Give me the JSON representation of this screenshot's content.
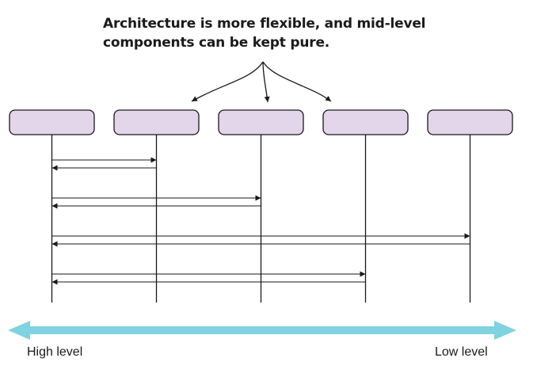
{
  "annotation": {
    "line1": "Architecture is more flexible, and mid-level",
    "line2": "components can be kept pure."
  },
  "axis": {
    "left_label": "High level",
    "right_label": "Low level",
    "color": "#7fd3e0"
  },
  "colors": {
    "component_fill": "#e3d5ea",
    "component_stroke": "#1a1a1a",
    "line": "#1a1a1a"
  },
  "components": [
    {
      "id": "c1",
      "label": ""
    },
    {
      "id": "c2",
      "label": ""
    },
    {
      "id": "c3",
      "label": ""
    },
    {
      "id": "c4",
      "label": ""
    },
    {
      "id": "c5",
      "label": ""
    }
  ],
  "calls": [
    {
      "from": 0,
      "to": 1
    },
    {
      "from": 0,
      "to": 2
    },
    {
      "from": 0,
      "to": 4
    },
    {
      "from": 0,
      "to": 3
    }
  ],
  "annotation_targets": [
    1,
    2,
    3
  ]
}
